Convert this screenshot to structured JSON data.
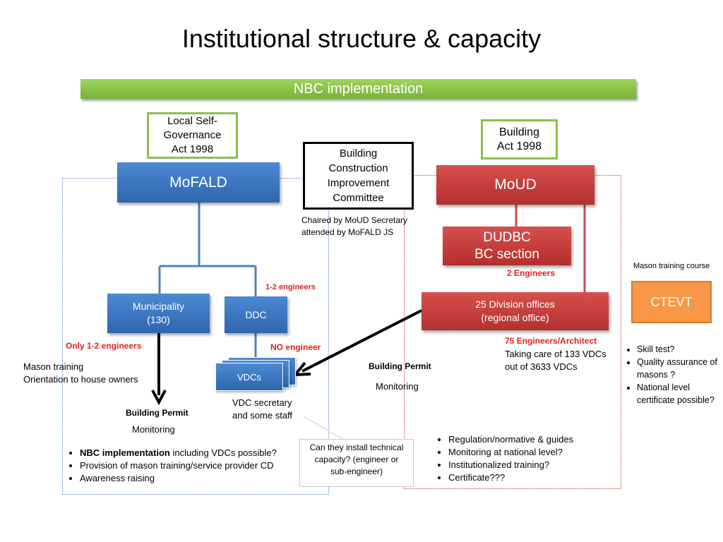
{
  "title": "Institutional structure & capacity",
  "banner": "NBC implementation",
  "acts": {
    "local": "Local Self-Governance Act 1998",
    "building": "Building Act 1998"
  },
  "committee": {
    "name": "Building Construction Improvement Committee",
    "note_line1": "Chaired by MoUD Secretary",
    "note_line2": "attended by MoFALD JS"
  },
  "left": {
    "ministry": "MoFALD",
    "municipality_line1": "Municipality",
    "municipality_line2": "(130)",
    "ddc": "DDC",
    "vdcs": "VDCs",
    "ddc_engineers": "1-2 engineers",
    "municipality_engineers": "Only 1-2 engineers",
    "vdc_engineers": "NO engineer",
    "mason_line1": "Mason training",
    "mason_line2": "Orientation to house owners",
    "permit": "Building Permit",
    "monitoring": "Monitoring",
    "vdc_staff_line1": "VDC secretary",
    "vdc_staff_line2": "and some staff",
    "bullets": [
      {
        "bold": "NBC implementation",
        "rest": " including VDCs possible?"
      },
      {
        "bold": "",
        "rest": "Provision of mason training/service provider CD"
      },
      {
        "bold": "",
        "rest": "Awareness raising"
      }
    ]
  },
  "callout": "Can they install technical capacity? (engineer or sub-engineer)",
  "right": {
    "ministry": "MoUD",
    "dudbc_line1": "DUDBC",
    "dudbc_line2": "BC section",
    "dudbc_engineers": "2 Engineers",
    "division_line1": "25 Division offices",
    "division_line2": "(regional office)",
    "division_engineers": "75 Engineers/Architect",
    "division_note_line1": "Taking care of 133 VDCs",
    "division_note_line2": "out of 3633 VDCs",
    "permit": "Building Permit",
    "monitoring": "Monitoring",
    "bullets": [
      "Regulation/normative & guides",
      "Monitoring at national level?",
      "Institutionalized training?",
      "Certificate???"
    ]
  },
  "ctevt": {
    "label": "CTEVT",
    "caption": "Mason training course",
    "bullets": [
      "Skill test?",
      "Quality assurance of masons ?",
      "National level certificate possible?"
    ]
  },
  "colors": {
    "blue": "#3a75c4",
    "red": "#c0393a",
    "green": "#8cbf4e",
    "orange": "#f79646",
    "alert": "#e02020"
  }
}
